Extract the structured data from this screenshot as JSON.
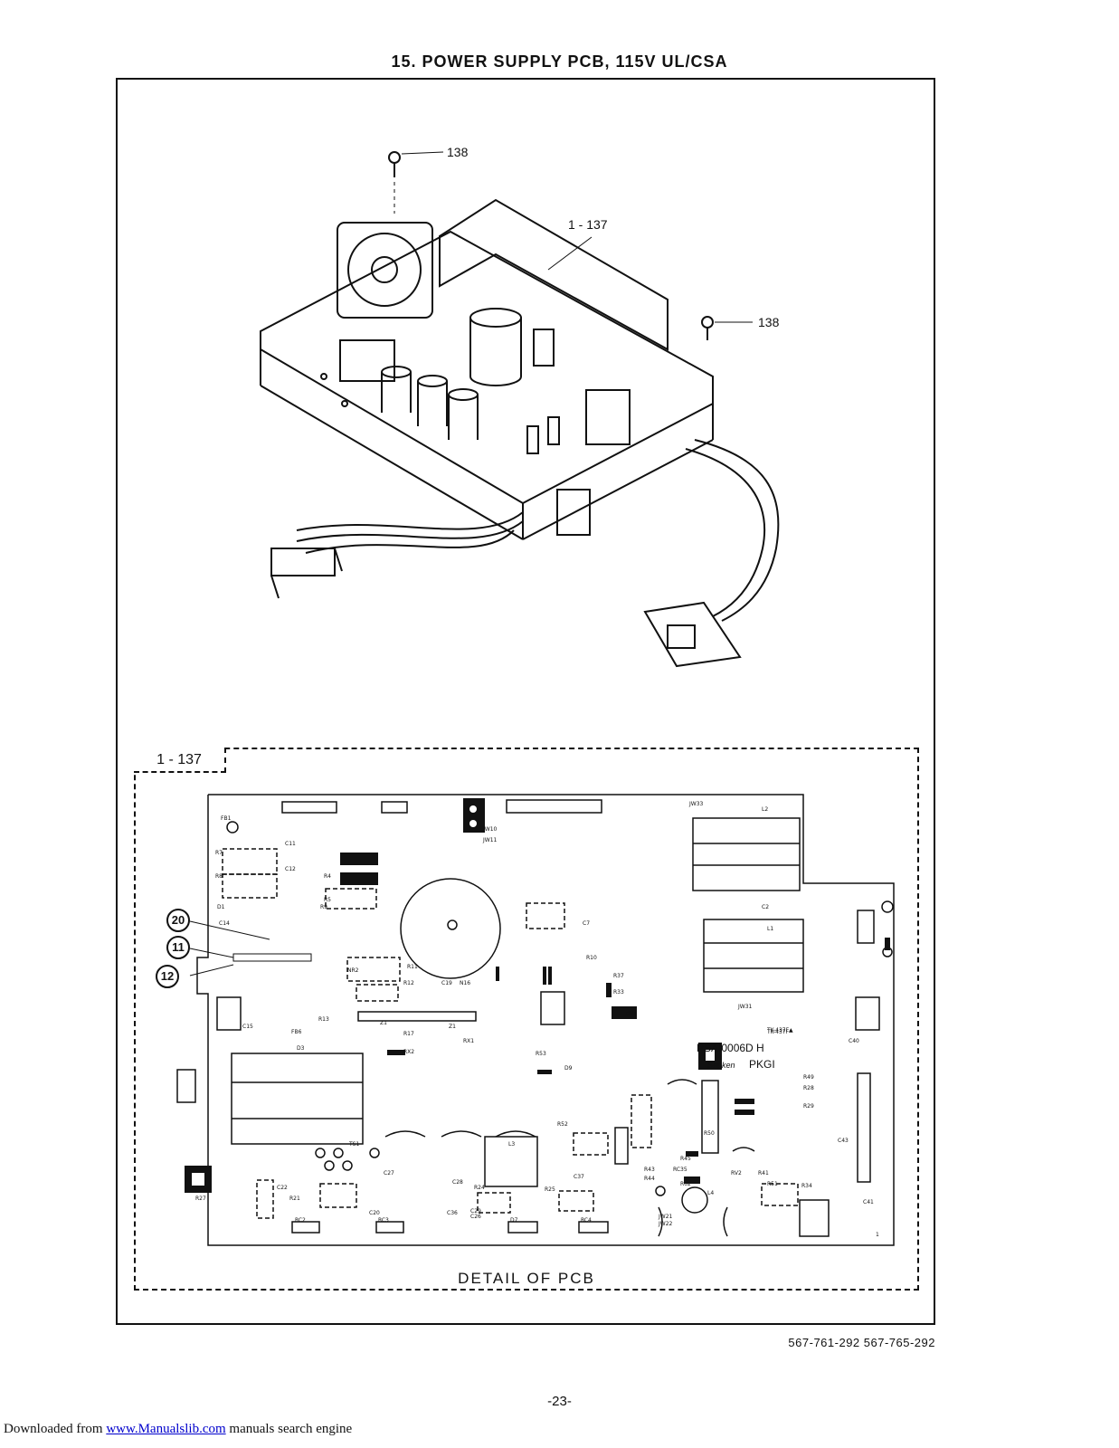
{
  "title": "15. POWER SUPPLY PCB, 115V UL/CSA",
  "callouts": {
    "screw_top": "138",
    "assembly": "1 - 137",
    "screw_right": "138"
  },
  "detail": {
    "tag": "1 - 137",
    "caption": "DETAIL OF PCB",
    "board_id": "TK-437F▲",
    "board_part": "PSAI0006D H",
    "board_maker": "Sanken",
    "board_code": "PKGI",
    "ref_callouts": [
      "20",
      "11",
      "12"
    ]
  },
  "part_codes": "567-761-292 567-765-292",
  "page_number": "-23-",
  "footer": {
    "prefix": "Downloaded from",
    "link": "www.Manualslib.com",
    "suffix": "manuals search engine"
  }
}
